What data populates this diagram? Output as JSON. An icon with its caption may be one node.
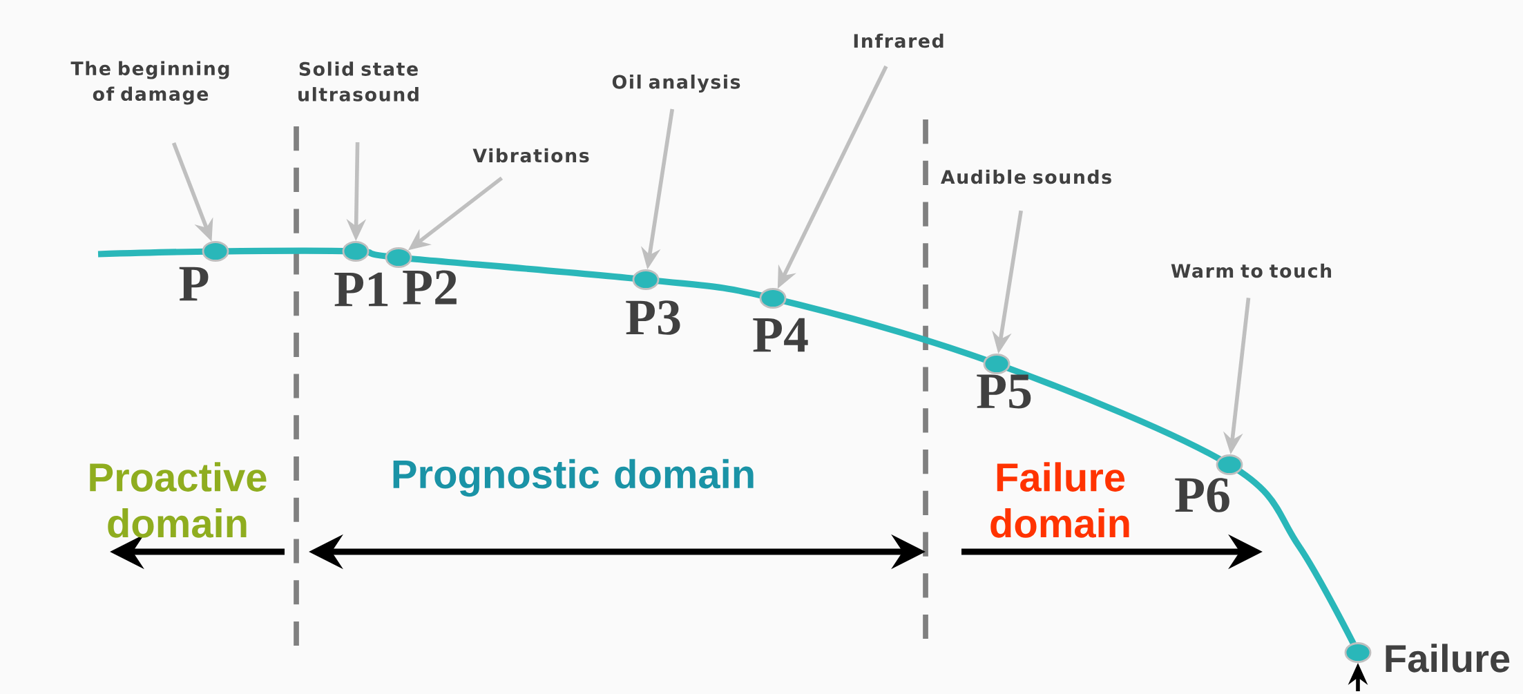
{
  "diagram": {
    "nodes": [
      {
        "text": [],
        "shape": "circle",
        "beside": [
          "P"
        ]
      },
      {
        "text": [],
        "shape": "circle",
        "beside": [
          "P1"
        ]
      },
      {
        "text": [],
        "shape": "circle",
        "beside": [
          "P2"
        ]
      },
      {
        "text": [],
        "shape": "circle",
        "beside": [
          "P3"
        ]
      },
      {
        "text": [],
        "shape": "circle",
        "beside": [
          "P4"
        ]
      },
      {
        "text": [],
        "shape": "circle",
        "beside": [
          "P5"
        ]
      },
      {
        "text": [],
        "shape": "circle",
        "beside": [
          "P6"
        ]
      },
      {
        "text": [],
        "shape": "circle",
        "beside": [
          "Failure"
        ]
      },
      {
        "text": [
          "The beginning of damage"
        ]
      },
      {
        "text": [
          "Solid state ultrasound"
        ]
      },
      {
        "text": [
          "Vibrations"
        ]
      },
      {
        "text": [
          "Oil analysis"
        ]
      },
      {
        "text": [
          "Infrared"
        ]
      },
      {
        "text": [
          "Audible sounds"
        ]
      },
      {
        "text": [
          "Warm to touch"
        ]
      }
    ],
    "edges": [
      {
        "from": 8,
        "to": 0,
        "arrow": "to"
      },
      {
        "from": 9,
        "to": 1,
        "arrow": "to"
      },
      {
        "from": 10,
        "to": 2,
        "arrow": "to"
      },
      {
        "from": 11,
        "to": 3,
        "arrow": "to"
      },
      {
        "from": 12,
        "to": 4,
        "arrow": "to"
      },
      {
        "from": 13,
        "to": 5,
        "arrow": "to"
      },
      {
        "from": 14,
        "to": 6,
        "arrow": "to"
      },
      {
        "from": null,
        "to": 7,
        "arrow": "to",
        "color": "#000000"
      }
    ],
    "labels": [
      "Proactive domain",
      "Prognostic domain",
      "Failure domain"
    ]
  }
}
